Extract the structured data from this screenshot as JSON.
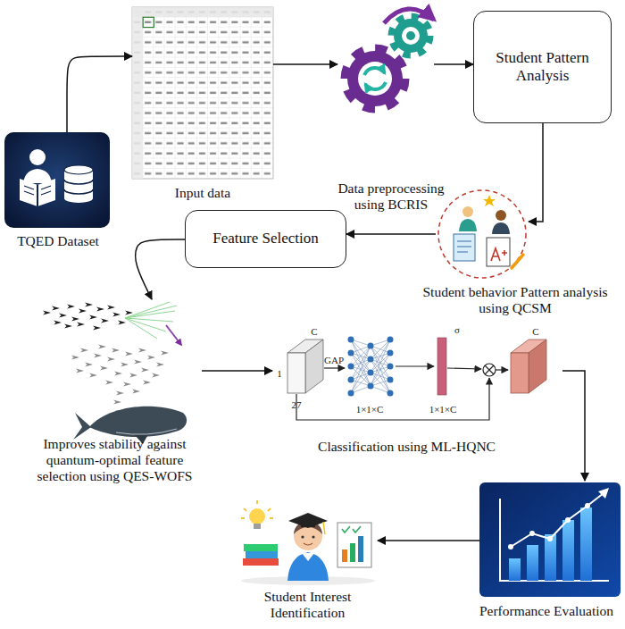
{
  "diagram": {
    "nodes": [
      {
        "text": [
          "TQED Dataset"
        ]
      },
      {
        "text": [
          "Input data"
        ]
      },
      {
        "text": [
          "Data preprocessing using BCRIS"
        ]
      },
      {
        "text": [
          "Student Pattern Analysis"
        ]
      },
      {
        "text": [
          "Student behavior Pattern analysis using QCSM"
        ]
      },
      {
        "text": [
          "Feature Selection"
        ]
      },
      {
        "text": [
          "Improves stability against quantum-optimal feature selection using QES-WOFS"
        ]
      },
      {
        "text": [
          "Classification using ML-HQNC"
        ]
      },
      {
        "text": [
          "Performance Evaluation"
        ]
      },
      {
        "text": [
          "Student Interest Identification"
        ]
      }
    ],
    "edges": [
      {
        "from": 0,
        "to": 1,
        "arrow": "to"
      },
      {
        "from": 1,
        "to": 2,
        "arrow": "to"
      },
      {
        "from": 2,
        "to": 3,
        "arrow": "to"
      },
      {
        "from": 3,
        "to": 4,
        "arrow": "to"
      },
      {
        "from": 4,
        "to": 5,
        "arrow": "to"
      },
      {
        "from": 5,
        "to": 6,
        "arrow": "to"
      },
      {
        "from": 6,
        "to": 7,
        "arrow": "to"
      },
      {
        "from": 7,
        "to": 8,
        "arrow": "to"
      },
      {
        "from": 8,
        "to": 9,
        "arrow": "to"
      }
    ],
    "labels": [
      "C",
      "1",
      "27",
      "GAP",
      "1×1×C",
      "1×1×C",
      "σ",
      "C"
    ]
  }
}
